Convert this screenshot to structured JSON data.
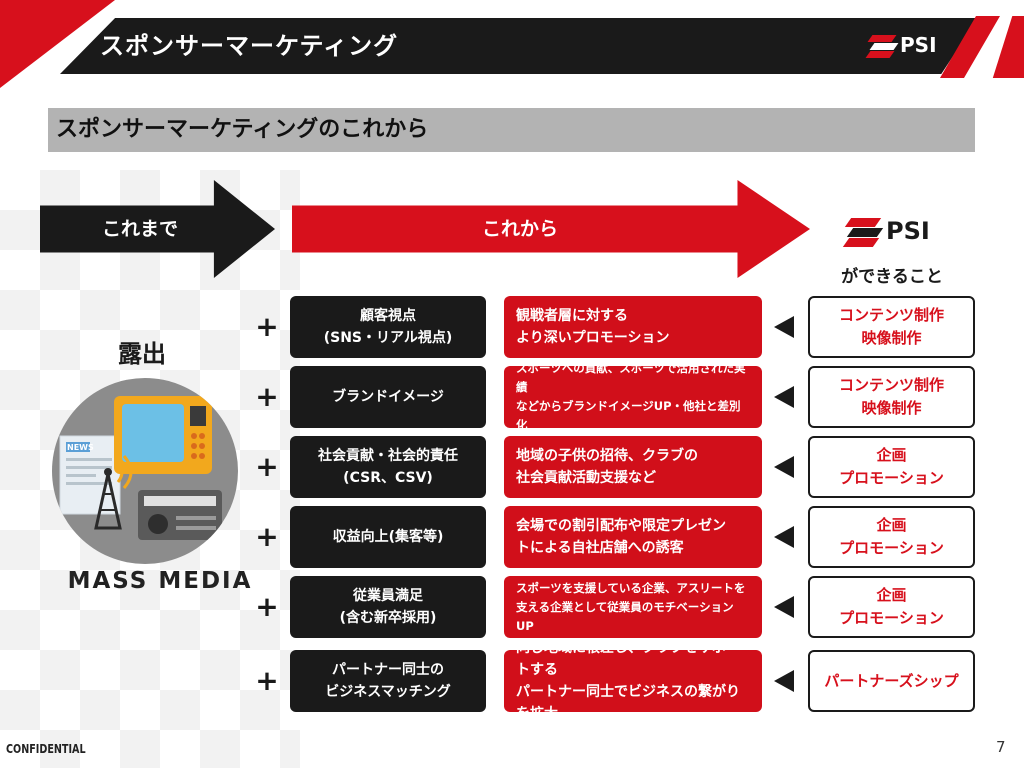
{
  "header": {
    "title": "スポンサーマーケティング",
    "logo_text": "PSI"
  },
  "subtitle": "スポンサーマーケティングのこれから",
  "arrows": {
    "past": "これまで",
    "future": "これから"
  },
  "psi": {
    "logo_text": "PSI",
    "caption": "ができること"
  },
  "left": {
    "heading": "露出",
    "caption": "MASS MEDIA",
    "tv_label": "NEWS"
  },
  "rows": [
    {
      "plus": "+",
      "item": [
        "顧客視点",
        "(SNS・リアル視点)"
      ],
      "desc": "観戦者層に対する\nより深いプロモーション",
      "can": "コンテンツ制作\n映像制作"
    },
    {
      "plus": "+",
      "item": [
        "ブランドイメージ"
      ],
      "desc": "スポーツへの貢献、スポーツで活用された実績\nなどからブランドイメージUP・他社と差別化",
      "can": "コンテンツ制作\n映像制作"
    },
    {
      "plus": "+",
      "item": [
        "社会貢献・社会的責任",
        "(CSR、CSV)"
      ],
      "desc": "地域の子供の招待、クラブの\n社会貢献活動支援など",
      "can": "企画\nプロモーション"
    },
    {
      "plus": "+",
      "item": [
        "収益向上(集客等)"
      ],
      "desc": "会場での割引配布や限定プレゼン\nトによる自社店舗への誘客",
      "can": "企画\nプロモーション"
    },
    {
      "plus": "+",
      "item": [
        "従業員満足",
        "(含む新卒採用)"
      ],
      "desc": "スポーツを支援している企業、アスリートを\n支える企業として従業員のモチベーションUP",
      "can": "企画\nプロモーション"
    },
    {
      "plus": "+",
      "item": [
        "パートナー同士の",
        "ビジネスマッチング"
      ],
      "desc": "同じ地域に根差し、クラブをサポートする\nパートナー同士でビジネスの繋がりを拡大",
      "can": "パートナーズシップ"
    }
  ],
  "footer": {
    "confidential": "CONFIDENTIAL",
    "page": "7"
  },
  "colors": {
    "red": "#d7101c",
    "black": "#1a1a1a",
    "gray": "#b3b3b3"
  }
}
